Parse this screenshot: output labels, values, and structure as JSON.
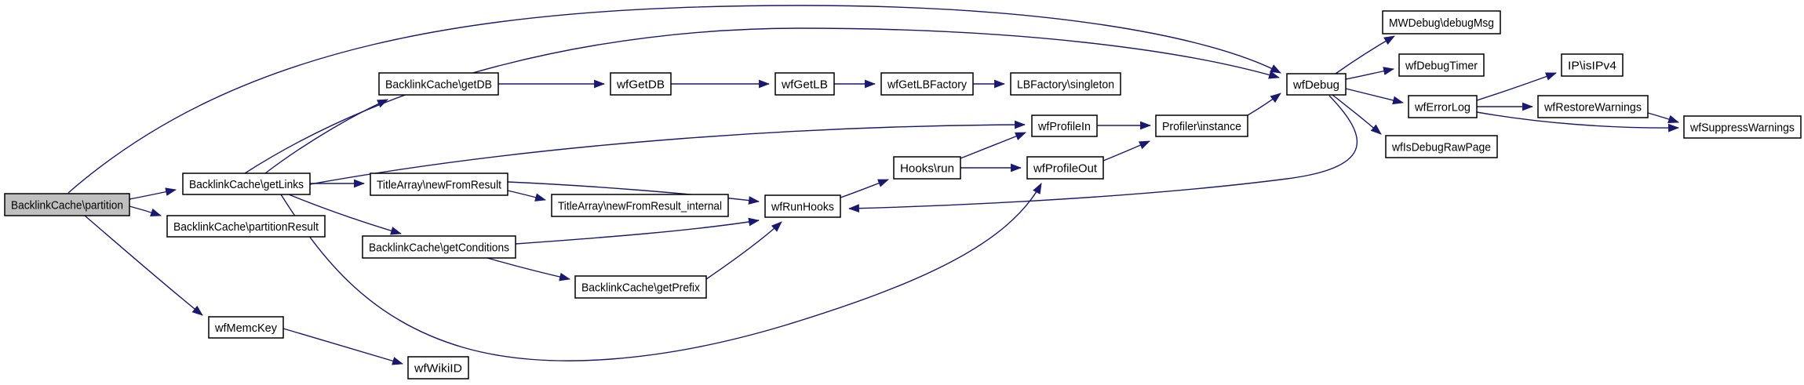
{
  "graph": {
    "type": "call-graph",
    "highlighted_node": "BacklinkCache\\partition",
    "colors": {
      "background": "#ffffff",
      "edge": "#191970",
      "node_fill": "#ffffff",
      "node_border": "#000000",
      "highlight_fill": "#bfbfbf",
      "text": "#000000"
    },
    "nodes": [
      {
        "id": "partition",
        "label": "BacklinkCache\\partition",
        "highlighted": true
      },
      {
        "id": "getLinks",
        "label": "BacklinkCache\\getLinks",
        "highlighted": false
      },
      {
        "id": "partitionResult",
        "label": "BacklinkCache\\partitionResult",
        "highlighted": false
      },
      {
        "id": "getDB",
        "label": "BacklinkCache\\getDB",
        "highlighted": false
      },
      {
        "id": "wfGetDB",
        "label": "wfGetDB",
        "highlighted": false
      },
      {
        "id": "wfGetLB",
        "label": "wfGetLB",
        "highlighted": false
      },
      {
        "id": "wfGetLBFactory",
        "label": "wfGetLBFactory",
        "highlighted": false
      },
      {
        "id": "LBFactory_singleton",
        "label": "LBFactory\\singleton",
        "highlighted": false
      },
      {
        "id": "newFromResult",
        "label": "TitleArray\\newFromResult",
        "highlighted": false
      },
      {
        "id": "newFromResult_internal",
        "label": "TitleArray\\newFromResult_internal",
        "highlighted": false
      },
      {
        "id": "getConditions",
        "label": "BacklinkCache\\getConditions",
        "highlighted": false
      },
      {
        "id": "getPrefix",
        "label": "BacklinkCache\\getPrefix",
        "highlighted": false
      },
      {
        "id": "wfMemcKey",
        "label": "wfMemcKey",
        "highlighted": false
      },
      {
        "id": "wfWikiID",
        "label": "wfWikiID",
        "highlighted": false
      },
      {
        "id": "wfRunHooks",
        "label": "wfRunHooks",
        "highlighted": false
      },
      {
        "id": "Hooks_run",
        "label": "Hooks\\run",
        "highlighted": false
      },
      {
        "id": "wfProfileIn",
        "label": "wfProfileIn",
        "highlighted": false
      },
      {
        "id": "wfProfileOut",
        "label": "wfProfileOut",
        "highlighted": false
      },
      {
        "id": "Profiler_instance",
        "label": "Profiler\\instance",
        "highlighted": false
      },
      {
        "id": "wfDebug",
        "label": "wfDebug",
        "highlighted": false
      },
      {
        "id": "MWDebug_debugMsg",
        "label": "MWDebug\\debugMsg",
        "highlighted": false
      },
      {
        "id": "wfDebugTimer",
        "label": "wfDebugTimer",
        "highlighted": false
      },
      {
        "id": "wfErrorLog",
        "label": "wfErrorLog",
        "highlighted": false
      },
      {
        "id": "wfIsDebugRawPage",
        "label": "wfIsDebugRawPage",
        "highlighted": false
      },
      {
        "id": "IP_isIPv4",
        "label": "IP\\isIPv4",
        "highlighted": false
      },
      {
        "id": "wfRestoreWarnings",
        "label": "wfRestoreWarnings",
        "highlighted": false
      },
      {
        "id": "wfSuppressWarnings",
        "label": "wfSuppressWarnings",
        "highlighted": false
      }
    ],
    "edges": [
      {
        "from": "partition",
        "to": "getLinks"
      },
      {
        "from": "partition",
        "to": "partitionResult"
      },
      {
        "from": "partition",
        "to": "wfMemcKey"
      },
      {
        "from": "partition",
        "to": "wfDebug"
      },
      {
        "from": "getLinks",
        "to": "wfDebug"
      },
      {
        "from": "getLinks",
        "to": "getDB"
      },
      {
        "from": "getLinks",
        "to": "wfProfileIn"
      },
      {
        "from": "getLinks",
        "to": "newFromResult"
      },
      {
        "from": "getLinks",
        "to": "getConditions"
      },
      {
        "from": "getLinks",
        "to": "wfProfileOut"
      },
      {
        "from": "getDB",
        "to": "wfGetDB"
      },
      {
        "from": "wfGetDB",
        "to": "wfGetLB"
      },
      {
        "from": "wfGetLB",
        "to": "wfGetLBFactory"
      },
      {
        "from": "wfGetLBFactory",
        "to": "LBFactory_singleton"
      },
      {
        "from": "newFromResult",
        "to": "wfRunHooks"
      },
      {
        "from": "newFromResult",
        "to": "newFromResult_internal"
      },
      {
        "from": "getConditions",
        "to": "wfRunHooks"
      },
      {
        "from": "getConditions",
        "to": "getPrefix"
      },
      {
        "from": "getPrefix",
        "to": "wfRunHooks"
      },
      {
        "from": "wfRunHooks",
        "to": "Hooks_run"
      },
      {
        "from": "Hooks_run",
        "to": "wfProfileIn"
      },
      {
        "from": "Hooks_run",
        "to": "wfProfileOut"
      },
      {
        "from": "wfProfileIn",
        "to": "Profiler_instance"
      },
      {
        "from": "wfProfileOut",
        "to": "Profiler_instance"
      },
      {
        "from": "Profiler_instance",
        "to": "wfDebug"
      },
      {
        "from": "wfDebug",
        "to": "MWDebug_debugMsg"
      },
      {
        "from": "wfDebug",
        "to": "wfDebugTimer"
      },
      {
        "from": "wfDebug",
        "to": "wfErrorLog"
      },
      {
        "from": "wfDebug",
        "to": "wfIsDebugRawPage"
      },
      {
        "from": "wfDebug",
        "to": "wfRunHooks"
      },
      {
        "from": "wfMemcKey",
        "to": "wfWikiID"
      },
      {
        "from": "wfErrorLog",
        "to": "IP_isIPv4"
      },
      {
        "from": "wfErrorLog",
        "to": "wfRestoreWarnings"
      },
      {
        "from": "wfErrorLog",
        "to": "wfSuppressWarnings"
      },
      {
        "from": "wfRestoreWarnings",
        "to": "wfSuppressWarnings"
      }
    ]
  }
}
